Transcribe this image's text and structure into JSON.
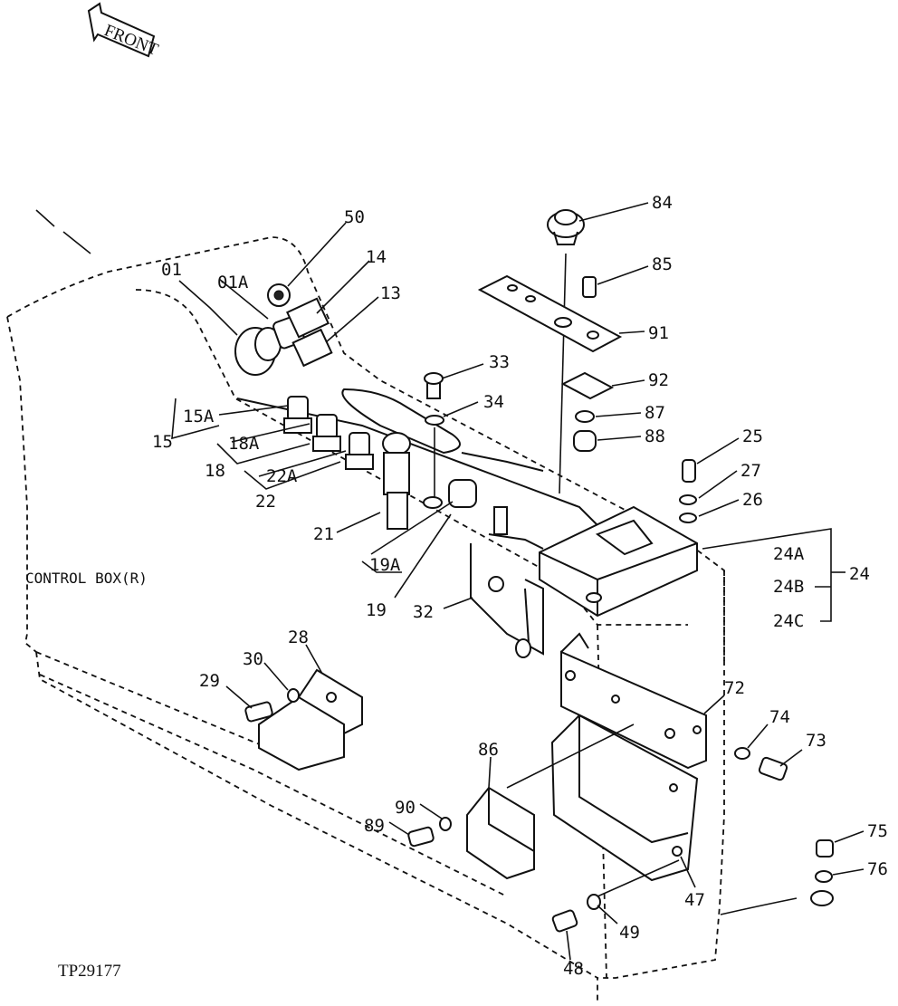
{
  "front_arrow": {
    "label": "FRONT"
  },
  "drawing_id": "TP29177",
  "control_box_label": "CONTROL BOX(R)",
  "callouts": {
    "c01": "01",
    "c01a": "01A",
    "c50": "50",
    "c14": "14",
    "c13": "13",
    "c15a": "15A",
    "c15": "15",
    "c18a": "18A",
    "c18": "18",
    "c22a": "22A",
    "c22": "22",
    "c21": "21",
    "c19a": "19A",
    "c19": "19",
    "c32": "32",
    "c33": "33",
    "c34": "34",
    "c84": "84",
    "c85": "85",
    "c91": "91",
    "c92": "92",
    "c87": "87",
    "c88": "88",
    "c25": "25",
    "c27": "27",
    "c26": "26",
    "c24a": "24A",
    "c24b": "24B",
    "c24c": "24C",
    "c24": "24",
    "c28": "28",
    "c30": "30",
    "c29": "29",
    "c72": "72",
    "c74": "74",
    "c73": "73",
    "c86": "86",
    "c90": "90",
    "c89": "89",
    "c47": "47",
    "c49": "49",
    "c48": "48",
    "c75": "75",
    "c76": "76"
  }
}
